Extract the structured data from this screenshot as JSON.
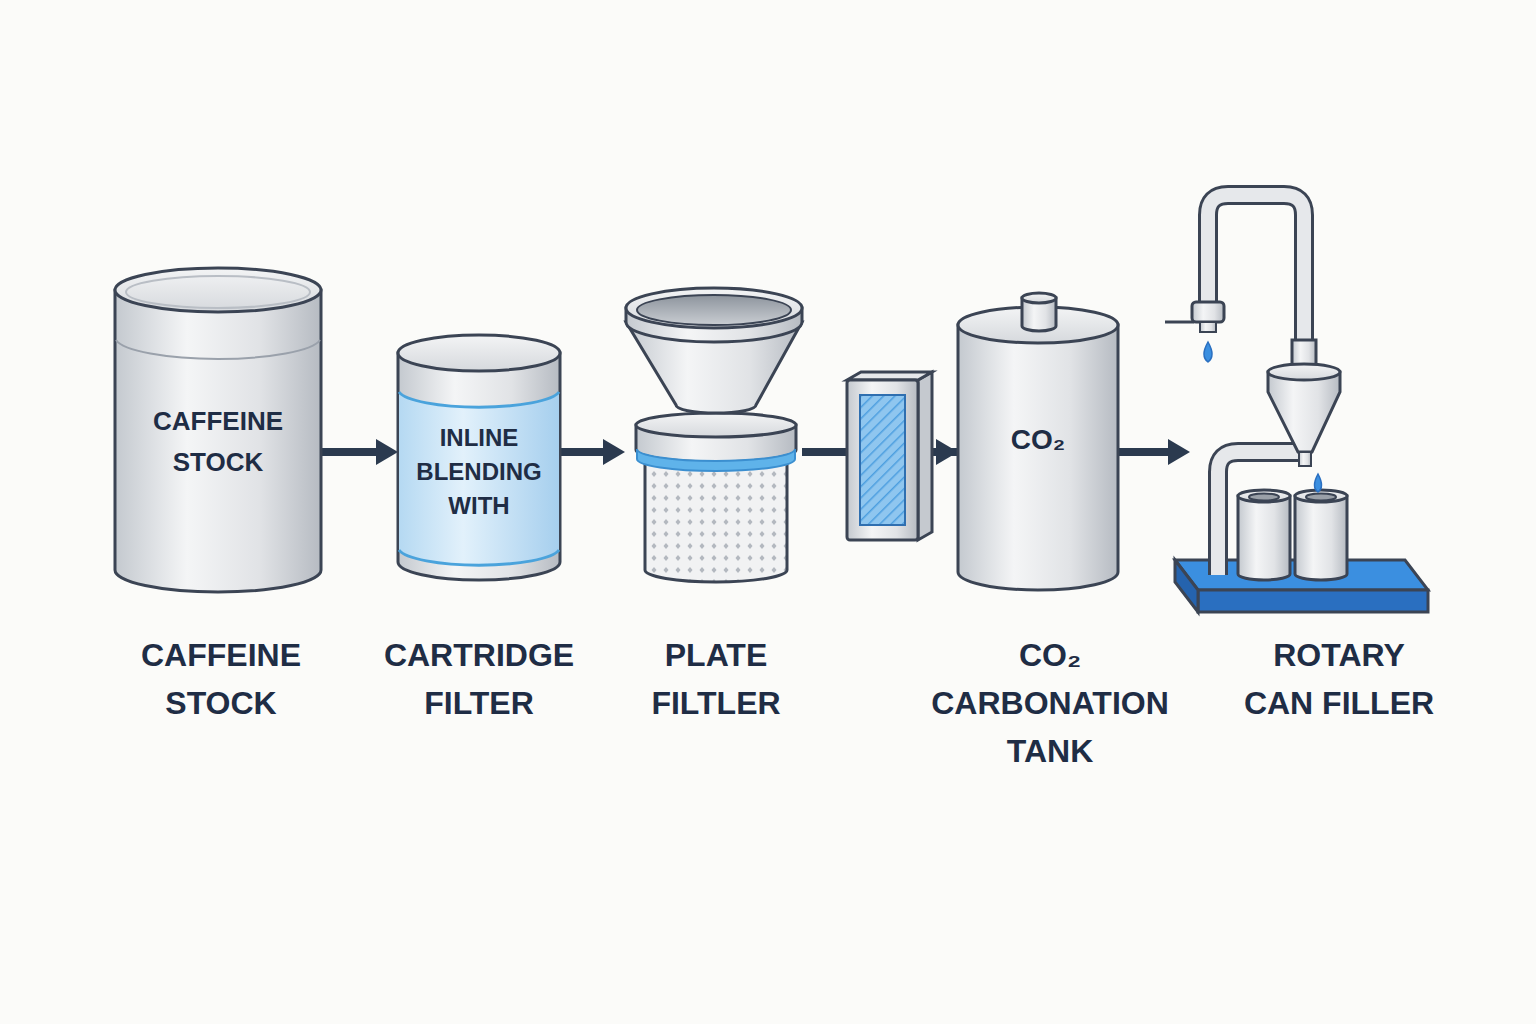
{
  "diagram": {
    "nodes": [
      {
        "text": [
          "CAFFEINE STOCK",
          "CAFFEINE STOCK"
        ]
      },
      {
        "text": [
          "INLINE BLENDING WITH",
          "CARTRIDGE FILTER"
        ]
      },
      {
        "text": [
          "PLATE FILTLER"
        ]
      },
      {
        "text": [
          "CO₂",
          "CO₂ CARBONATION TANK"
        ]
      },
      {
        "text": [
          "ROTARY CAN FILLER"
        ]
      }
    ],
    "edges": [
      {
        "from": 0,
        "to": 1,
        "arrow": "to"
      },
      {
        "from": 1,
        "to": 2,
        "arrow": "to"
      },
      {
        "from": 2,
        "to": 3,
        "arrow": "to"
      },
      {
        "from": 3,
        "to": 4,
        "arrow": "to"
      }
    ]
  }
}
